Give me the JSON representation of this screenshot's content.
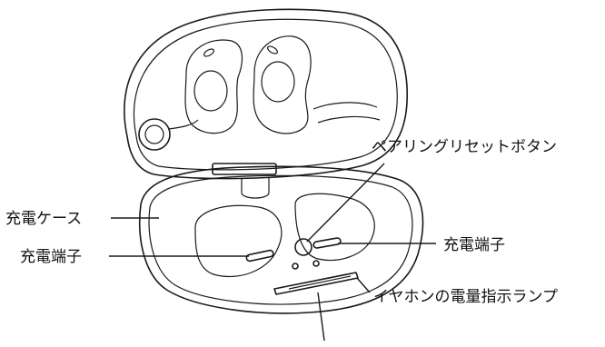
{
  "labels": {
    "charging_case": "充電ケース",
    "charging_terminal_left": "充電端子",
    "pairing_reset_button": "ペアリングリセットボタン",
    "charging_terminal_right": "充電端子",
    "earphone_battery_lamp": "イヤホンの電量指示ランプ"
  }
}
